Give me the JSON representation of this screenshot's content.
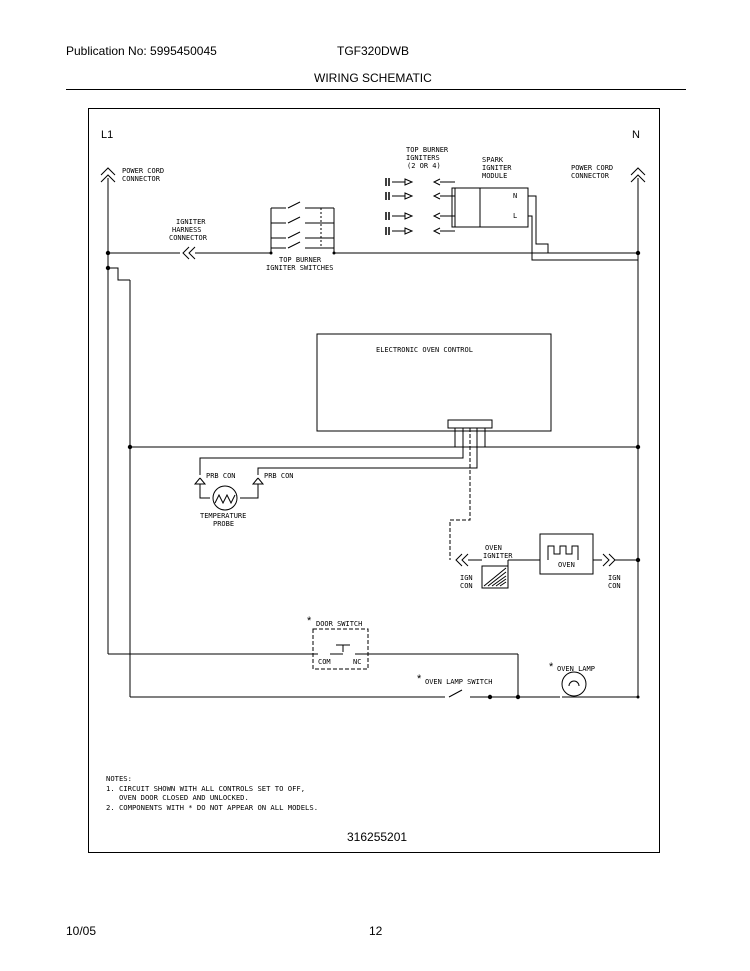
{
  "header": {
    "publication": "Publication No: 5995450045",
    "model": "TGF320DWB",
    "title": "WIRING SCHEMATIC"
  },
  "footer": {
    "date": "10/05",
    "page": "12",
    "part_number": "316255201"
  },
  "diagram": {
    "line_left": "L1",
    "line_right": "N",
    "power_cord_left": [
      "POWER CORD",
      "CONNECTOR"
    ],
    "power_cord_right": [
      "POWER CORD",
      "CONNECTOR"
    ],
    "top_burner_igniters": [
      "TOP BURNER",
      "IGNITERS",
      "(2 OR 4)"
    ],
    "spark_module": [
      "SPARK",
      "IGNITER",
      "MODULE"
    ],
    "module_n": "N",
    "module_l": "L",
    "igniter_harness": [
      "IGNITER",
      "HARNESS",
      "CONNECTOR"
    ],
    "igniter_switches": [
      "TOP BURNER",
      "IGNITER SWITCHES"
    ],
    "oven_control": "ELECTRONIC OVEN CONTROL",
    "prb_con_left": "PRB CON",
    "prb_con_right": "PRB CON",
    "temp_probe": [
      "TEMPERATURE",
      "PROBE"
    ],
    "oven_igniter": [
      "OVEN",
      "IGNITER"
    ],
    "ign_con_left": [
      "IGN",
      "CON"
    ],
    "ign_con_right": [
      "IGN",
      "CON"
    ],
    "oven_valve": "OVEN",
    "door_switch": "DOOR SWITCH",
    "door_com": "COM",
    "door_nc": "NC",
    "oven_lamp_switch": "OVEN LAMP SWITCH",
    "oven_lamp": "OVEN LAMP",
    "asterisk": "*"
  },
  "notes": {
    "heading": "NOTES:",
    "line1": "1. CIRCUIT SHOWN WITH ALL CONTROLS SET TO OFF,",
    "line2": "   OVEN DOOR CLOSED AND UNLOCKED.",
    "line3": "2. COMPONENTS WITH * DO NOT APPEAR ON ALL MODELS."
  }
}
